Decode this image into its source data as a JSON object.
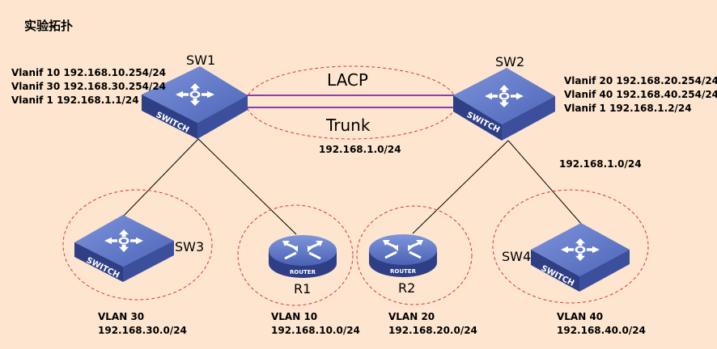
{
  "title": "实验拓扑",
  "link": {
    "top_label": "LACP",
    "bottom_label": "Trunk",
    "subnet": "192.168.1.0/24"
  },
  "sw1": {
    "name": "SW1",
    "icon_text": "SWITCH",
    "vlanif": [
      "Vlanif 10 192.168.10.254/24",
      "Vlanif 30 192.168.30.254/24",
      "Vlanif 1 192.168.1.1/24"
    ]
  },
  "sw2": {
    "name": "SW2",
    "icon_text": "SWITCH",
    "vlanif": [
      "Vlanif 20 192.168.20.254/24",
      "Vlanif 40 192.168.40.254/24",
      "Vlanif 1 192.168.1.2/24"
    ],
    "subnet": "192.168.1.0/24"
  },
  "sw3": {
    "name": "SW3",
    "icon_text": "SWITCH",
    "vlan": "VLAN 30",
    "subnet": "192.168.30.0/24"
  },
  "r1": {
    "name": "R1",
    "icon_text": "ROUTER",
    "vlan": "VLAN 10",
    "subnet": "192.168.10.0/24"
  },
  "r2": {
    "name": "R2",
    "icon_text": "ROUTER",
    "vlan": "VLAN 20",
    "subnet": "192.168.20.0/24"
  },
  "sw4": {
    "name": "SW4",
    "icon_text": "SWITCH",
    "vlan": "VLAN 40",
    "subnet": "192.168.40.0/24"
  },
  "colors": {
    "background": "#fde5cf",
    "trunk_line": "#8b3fa8",
    "ellipse": "#d93a3a",
    "device_top": "#5e77c7",
    "device_side": "#2e3f86"
  }
}
